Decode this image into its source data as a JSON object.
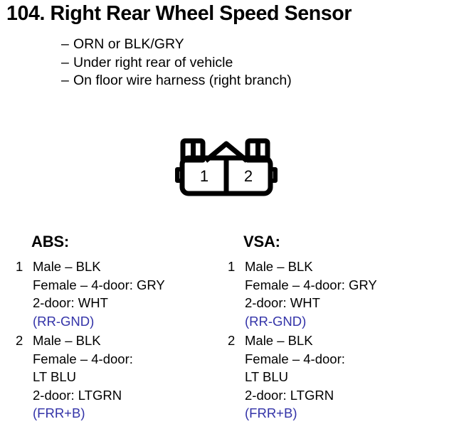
{
  "page": {
    "title": "104. Right Rear Wheel Speed Sensor",
    "description": [
      "ORN or BLK/GRY",
      "Under right rear of vehicle",
      "On floor wire harness (right branch)"
    ],
    "dash": "–"
  },
  "connector": {
    "name": "2-pin-connector",
    "pins": [
      "1",
      "2"
    ]
  },
  "colors": {
    "signal_blue": "#3333a8",
    "ink": "#000000",
    "background": "#ffffff"
  },
  "columns": [
    {
      "heading": "ABS:",
      "entries": [
        {
          "pin": "1",
          "lines": [
            "Male – BLK",
            "Female – 4-door: GRY",
            "2-door: WHT"
          ],
          "signal": "(RR-GND)"
        },
        {
          "pin": "2",
          "lines": [
            "Male – BLK",
            "Female – 4-door:",
            "LT BLU",
            "2-door: LTGRN"
          ],
          "signal": "(FRR+B)"
        }
      ]
    },
    {
      "heading": "VSA:",
      "entries": [
        {
          "pin": "1",
          "lines": [
            "Male – BLK",
            "Female – 4-door: GRY",
            "2-door: WHT"
          ],
          "signal": "(RR-GND)"
        },
        {
          "pin": "2",
          "lines": [
            "Male – BLK",
            "Female – 4-door:",
            "LT BLU",
            "2-door: LTGRN"
          ],
          "signal": "(FRR+B)"
        }
      ]
    }
  ]
}
